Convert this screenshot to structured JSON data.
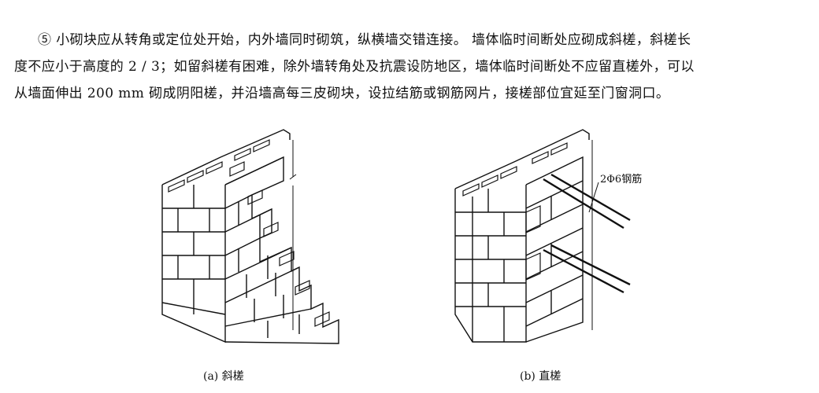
{
  "paragraph": {
    "line1": "⑤ 小砌块应从转角或定位处开始，内外墙同时砌筑，纵横墙交错连接。 墙体临时间断处应砌成斜槎，斜槎长",
    "line2": "度不应小于高度的 2 / 3；如留斜槎有困难，除外墙转角处及抗震设防地区，墙体临时间断处不应留直槎外，可以",
    "line3": "从墙面伸出 200 mm 砌成阴阳槎，并沿墙高每三皮砌块，设拉结筋或钢筋网片，接槎部位宜延至门窗洞口。"
  },
  "figure_a": {
    "caption": "(a) 斜槎"
  },
  "figure_b": {
    "caption": "(b) 直槎",
    "rebar_label": "2Φ6钢筋"
  }
}
